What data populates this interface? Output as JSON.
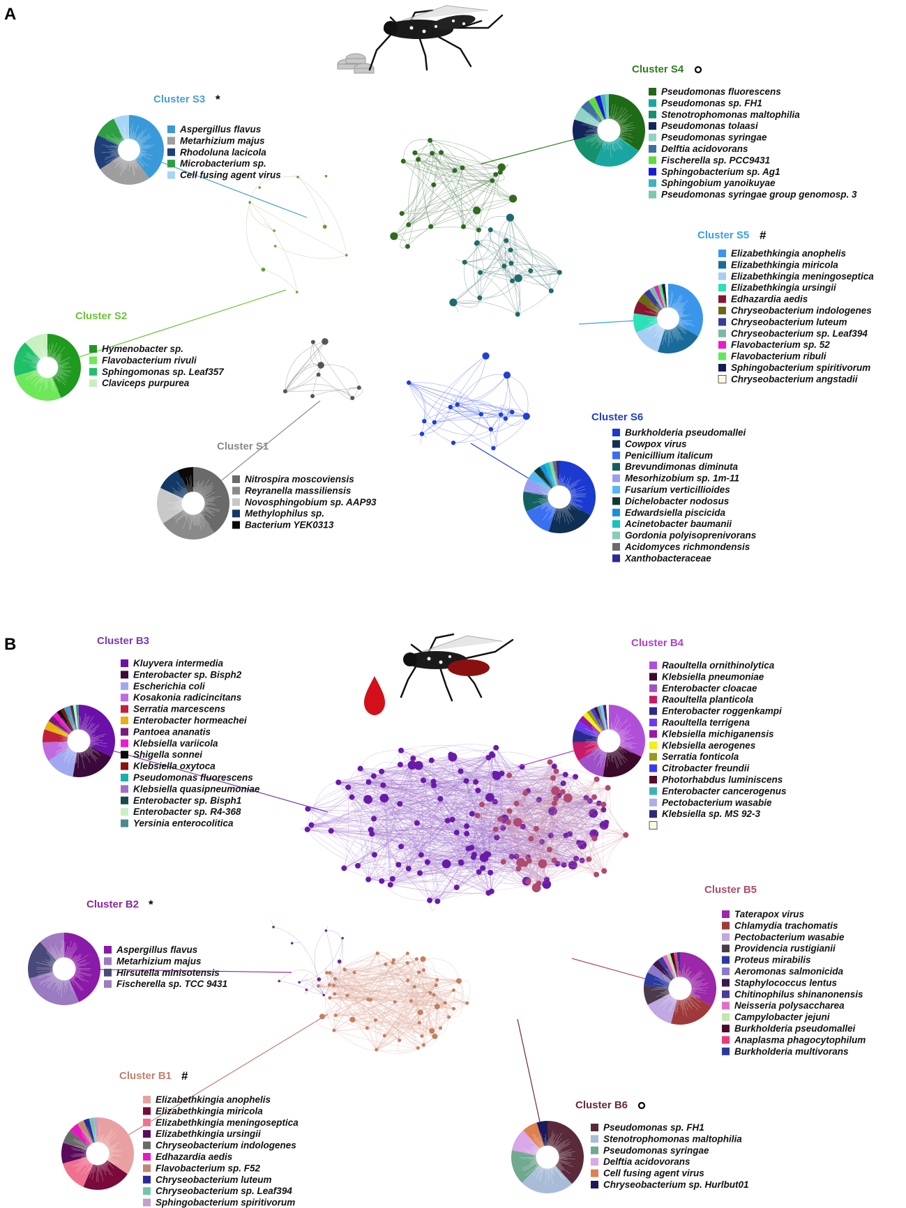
{
  "panels": [
    {
      "label": "A",
      "icon": "mosquito-with-sugar-cubes-icon",
      "clusters": [
        {
          "id": "S3",
          "title": "Cluster S3",
          "marker": "*",
          "color": "#4a9fd4",
          "items": [
            {
              "n": "Aspergillus flavus",
              "c": "#3a9ad9"
            },
            {
              "n": "Metarhizium majus",
              "c": "#9e9e9e"
            },
            {
              "n": "Rhodoluna lacicola",
              "c": "#1f3f78"
            },
            {
              "n": "Microbacterium sp.",
              "c": "#2e9e44"
            },
            {
              "n": "Cell fusing agent virus",
              "c": "#a8d4f5"
            }
          ]
        },
        {
          "id": "S4",
          "title": "Cluster S4",
          "marker": "o",
          "color": "#2f7d1f",
          "items": [
            {
              "n": "Pseudomonas fluorescens",
              "c": "#1f6a16"
            },
            {
              "n": "Pseudomonas sp. FH1",
              "c": "#1aa6a0"
            },
            {
              "n": "Stenotrophomonas maltophilia",
              "c": "#15926d"
            },
            {
              "n": "Pseudomonas tolaasi",
              "c": "#14255a"
            },
            {
              "n": "Pseudomonas syringae",
              "c": "#8fd3c4"
            },
            {
              "n": "Delftia acidovorans",
              "c": "#3d6fa3"
            },
            {
              "n": "Fischerella sp. PCC9431",
              "c": "#5fdc3a"
            },
            {
              "n": "Sphingobacterium sp. Ag1",
              "c": "#1b1bd6"
            },
            {
              "n": "Sphingobium yanoikuyae",
              "c": "#3fb3c0"
            },
            {
              "n": "Pseudomonas syringae group genomosp. 3",
              "c": "#7cc8b0"
            }
          ]
        },
        {
          "id": "S5",
          "title": "Cluster S5",
          "marker": "#",
          "color": "#38a0e8",
          "items": [
            {
              "n": "Elizabethkingia anophelis",
              "c": "#3a96ea"
            },
            {
              "n": "Elizabethkingia miricola",
              "c": "#1a6b9a"
            },
            {
              "n": "Elizabethkingia meningoseptica",
              "c": "#a8cdf2"
            },
            {
              "n": "Elizabethkingia ursingii",
              "c": "#2ce0b8"
            },
            {
              "n": "Edhazardia aedis",
              "c": "#8a1530"
            },
            {
              "n": "Chryseobacterium indologenes",
              "c": "#6a6a14"
            },
            {
              "n": "Chryseobacterium luteum",
              "c": "#3a3a9a"
            },
            {
              "n": "Chryseobacterium sp. Leaf394",
              "c": "#7ab8a8"
            },
            {
              "n": "Flavobacterium sp. 52",
              "c": "#e81ec8"
            },
            {
              "n": "Flavobacterium ribuli",
              "c": "#5fe85a"
            },
            {
              "n": "Sphingobacterium spiritivorum",
              "c": "#141a5a"
            },
            {
              "n": "Chryseobacterium angstadii",
              "c": "#fafae0"
            }
          ]
        },
        {
          "id": "S2",
          "title": "Cluster S2",
          "marker": "",
          "color": "#6fc23a",
          "items": [
            {
              "n": "Hymenobacter sp.",
              "c": "#1f9a1f"
            },
            {
              "n": "Flavobacterium rivuli",
              "c": "#6ee85a"
            },
            {
              "n": "Sphingomonas sp. Leaf357",
              "c": "#20c06a"
            },
            {
              "n": "Claviceps purpurea",
              "c": "#c8f0c0"
            }
          ]
        },
        {
          "id": "S6",
          "title": "Cluster S6",
          "marker": "",
          "color": "#2040c8",
          "items": [
            {
              "n": "Burkholderia pseudomallei",
              "c": "#1a3ad0"
            },
            {
              "n": "Cowpox virus",
              "c": "#0f2f55"
            },
            {
              "n": "Penicillium italicum",
              "c": "#3a70f0"
            },
            {
              "n": "Brevundimonas diminuta",
              "c": "#146060"
            },
            {
              "n": "Mesorhizobium sp. 1m-11",
              "c": "#9c9cf0"
            },
            {
              "n": "Fusarium verticillioides",
              "c": "#58b8f0"
            },
            {
              "n": "Dichelobacter nodosus",
              "c": "#0f3a30"
            },
            {
              "n": "Edwardsiella piscicida",
              "c": "#1890e0"
            },
            {
              "n": "Acinetobacter baumanii",
              "c": "#18c0c0"
            },
            {
              "n": "Gordonia polyisoprenivorans",
              "c": "#88cdb8"
            },
            {
              "n": "Acidomyces richmondensis",
              "c": "#6a6a6a"
            },
            {
              "n": "Xanthobacteraceae",
              "c": "#2a2a9a"
            }
          ]
        },
        {
          "id": "S1",
          "title": "Cluster S1",
          "marker": "",
          "color": "#8a8a8a",
          "items": [
            {
              "n": "Nitrospira moscoviensis",
              "c": "#6a6a6a"
            },
            {
              "n": "Reyranella massiliensis",
              "c": "#8a8a8a"
            },
            {
              "n": "Novosphingobium sp. AAP93",
              "c": "#c8c8c8"
            },
            {
              "n": "Methylophilus sp.",
              "c": "#123a66"
            },
            {
              "n": "Bacterium YEK0313",
              "c": "#0a0a0a"
            }
          ]
        }
      ]
    },
    {
      "label": "B",
      "icon": "blood-fed-mosquito-icon",
      "clusters": [
        {
          "id": "B3",
          "title": "Cluster B3",
          "marker": "",
          "color": "#7a3ab8",
          "items": [
            {
              "n": "Kluyvera intermedia",
              "c": "#6a10a8"
            },
            {
              "n": "Enterobacter sp. Bisph2",
              "c": "#3a0a3a"
            },
            {
              "n": "Escherichia coli",
              "c": "#a0a8f0"
            },
            {
              "n": "Kosakonia radicincitans",
              "c": "#c06ae0"
            },
            {
              "n": "Serratia marcescens",
              "c": "#c0203a"
            },
            {
              "n": "Enterobacter hormeachei",
              "c": "#e8b010"
            },
            {
              "n": "Pantoea ananatis",
              "c": "#7a1a7a"
            },
            {
              "n": "Klebsiella variicola",
              "c": "#f018d0"
            },
            {
              "n": "Shigella sonnei",
              "c": "#0a0a0a"
            },
            {
              "n": "Klebsiella oxytoca",
              "c": "#8a1010"
            },
            {
              "n": "Pseudomonas fluorescens",
              "c": "#18b0b0"
            },
            {
              "n": "Klebsiella quasipneumoniae",
              "c": "#a070c8"
            },
            {
              "n": "Enterobacter sp. Bisph1",
              "c": "#1a4a4a"
            },
            {
              "n": "Enterobacter sp. R4-368",
              "c": "#c8f0c0"
            },
            {
              "n": "Yersinia enterocolitica",
              "c": "#4a8a90"
            }
          ]
        },
        {
          "id": "B4",
          "title": "Cluster B4",
          "marker": "",
          "color": "#b040d0",
          "items": [
            {
              "n": "Raoultella ornithinolytica",
              "c": "#b050d8"
            },
            {
              "n": "Klebsiella pneumoniae",
              "c": "#3a0a2a"
            },
            {
              "n": "Enterobacter cloacae",
              "c": "#a050c8"
            },
            {
              "n": "Raoultella planticola",
              "c": "#c81a6a"
            },
            {
              "n": "Enterobacter roggenkampi",
              "c": "#2a2a8a"
            },
            {
              "n": "Raoultella terrigena",
              "c": "#6a3af0"
            },
            {
              "n": "Klebsiella michiganensis",
              "c": "#9a18a8"
            },
            {
              "n": "Klebsiella aerogenes",
              "c": "#f0f018"
            },
            {
              "n": "Serratia fonticola",
              "c": "#9a9a18"
            },
            {
              "n": "Citrobacter freundii",
              "c": "#3a3af0"
            },
            {
              "n": "Photorhabdus luminiscens",
              "c": "#5a0a2a"
            },
            {
              "n": "Enterobacter cancerogenus",
              "c": "#40b0b8"
            },
            {
              "n": "Pectobacterium wasabie",
              "c": "#a8b0e8"
            },
            {
              "n": "Klebsiella sp. MS 92-3",
              "c": "#2a2a7a"
            },
            {
              "n": "",
              "c": "#fafae0"
            }
          ]
        },
        {
          "id": "B2",
          "title": "Cluster B2",
          "marker": "*",
          "color": "#8a2aa0",
          "items": [
            {
              "n": "Aspergillus flavus",
              "c": "#8a1aa8"
            },
            {
              "n": "Metarhizium majus",
              "c": "#9a7ac0"
            },
            {
              "n": "Hirsutella minisotensis",
              "c": "#4a4a7a"
            },
            {
              "n": "Fischerella sp. TCC 9431",
              "c": "#a07ac0"
            }
          ]
        },
        {
          "id": "B5",
          "title": "Cluster B5",
          "marker": "",
          "color": "#b04a6a",
          "items": [
            {
              "n": "Taterapox virus",
              "c": "#9a28a8"
            },
            {
              "n": "Chlamydia trachomatis",
              "c": "#a03a3a"
            },
            {
              "n": "Pectobacterium wasabie",
              "c": "#c0a8e0"
            },
            {
              "n": "Providencia rustigianii",
              "c": "#4a3a4a"
            },
            {
              "n": "Proteus mirabilis",
              "c": "#2a3aa0"
            },
            {
              "n": "Aeromonas salmonicida",
              "c": "#8a7ac8"
            },
            {
              "n": "Staphylococcus lentus",
              "c": "#3a1a4a"
            },
            {
              "n": "Chitinophilus shinanonensis",
              "c": "#4a3aa0"
            },
            {
              "n": "Neisseria polysaccharea",
              "c": "#e070c8"
            },
            {
              "n": "Campylobacter jejuni",
              "c": "#c0e8a8"
            },
            {
              "n": "Burkholderia pseudomallei",
              "c": "#4a0a2a"
            },
            {
              "n": "Anaplasma phagocytophilum",
              "c": "#e83a7a"
            },
            {
              "n": "Burkholderia multivorans",
              "c": "#2a3a9a"
            }
          ]
        },
        {
          "id": "B1",
          "title": "Cluster B1",
          "marker": "#",
          "color": "#c08070",
          "items": [
            {
              "n": "Elizabethkingia anophelis",
              "c": "#e8a0a0"
            },
            {
              "n": "Elizabethkingia miricola",
              "c": "#7a0a3a"
            },
            {
              "n": "Elizabethkingia meningoseptica",
              "c": "#f07090"
            },
            {
              "n": "Elizabethkingia ursingii",
              "c": "#5a0a5a"
            },
            {
              "n": "Chryseobacterium indologenes",
              "c": "#6a6a6a"
            },
            {
              "n": "Edhazardia aedis",
              "c": "#e818c0"
            },
            {
              "n": "Flavobacterium sp. F52",
              "c": "#c08870"
            },
            {
              "n": "Chryseobacterium luteum",
              "c": "#2a2a9a"
            },
            {
              "n": "Chryseobacterium sp. Leaf394",
              "c": "#70c8a8"
            },
            {
              "n": "Sphingobacterium spiritivorum",
              "c": "#c0a0d0"
            }
          ]
        },
        {
          "id": "B6",
          "title": "Cluster B6",
          "marker": "o",
          "color": "#6a2a3a",
          "items": [
            {
              "n": "Pseudomonas sp. FH1",
              "c": "#5a2a3a"
            },
            {
              "n": "Stenotrophomonas maltophilia",
              "c": "#a8bcd8"
            },
            {
              "n": "Pseudomonas syringae",
              "c": "#70a890"
            },
            {
              "n": "Delftia acidovorans",
              "c": "#d8a8e8"
            },
            {
              "n": "Cell fusing agent virus",
              "c": "#e08050"
            },
            {
              "n": "Chryseobacterium sp. Hurlbut01",
              "c": "#1a1a5a"
            }
          ]
        }
      ]
    }
  ]
}
